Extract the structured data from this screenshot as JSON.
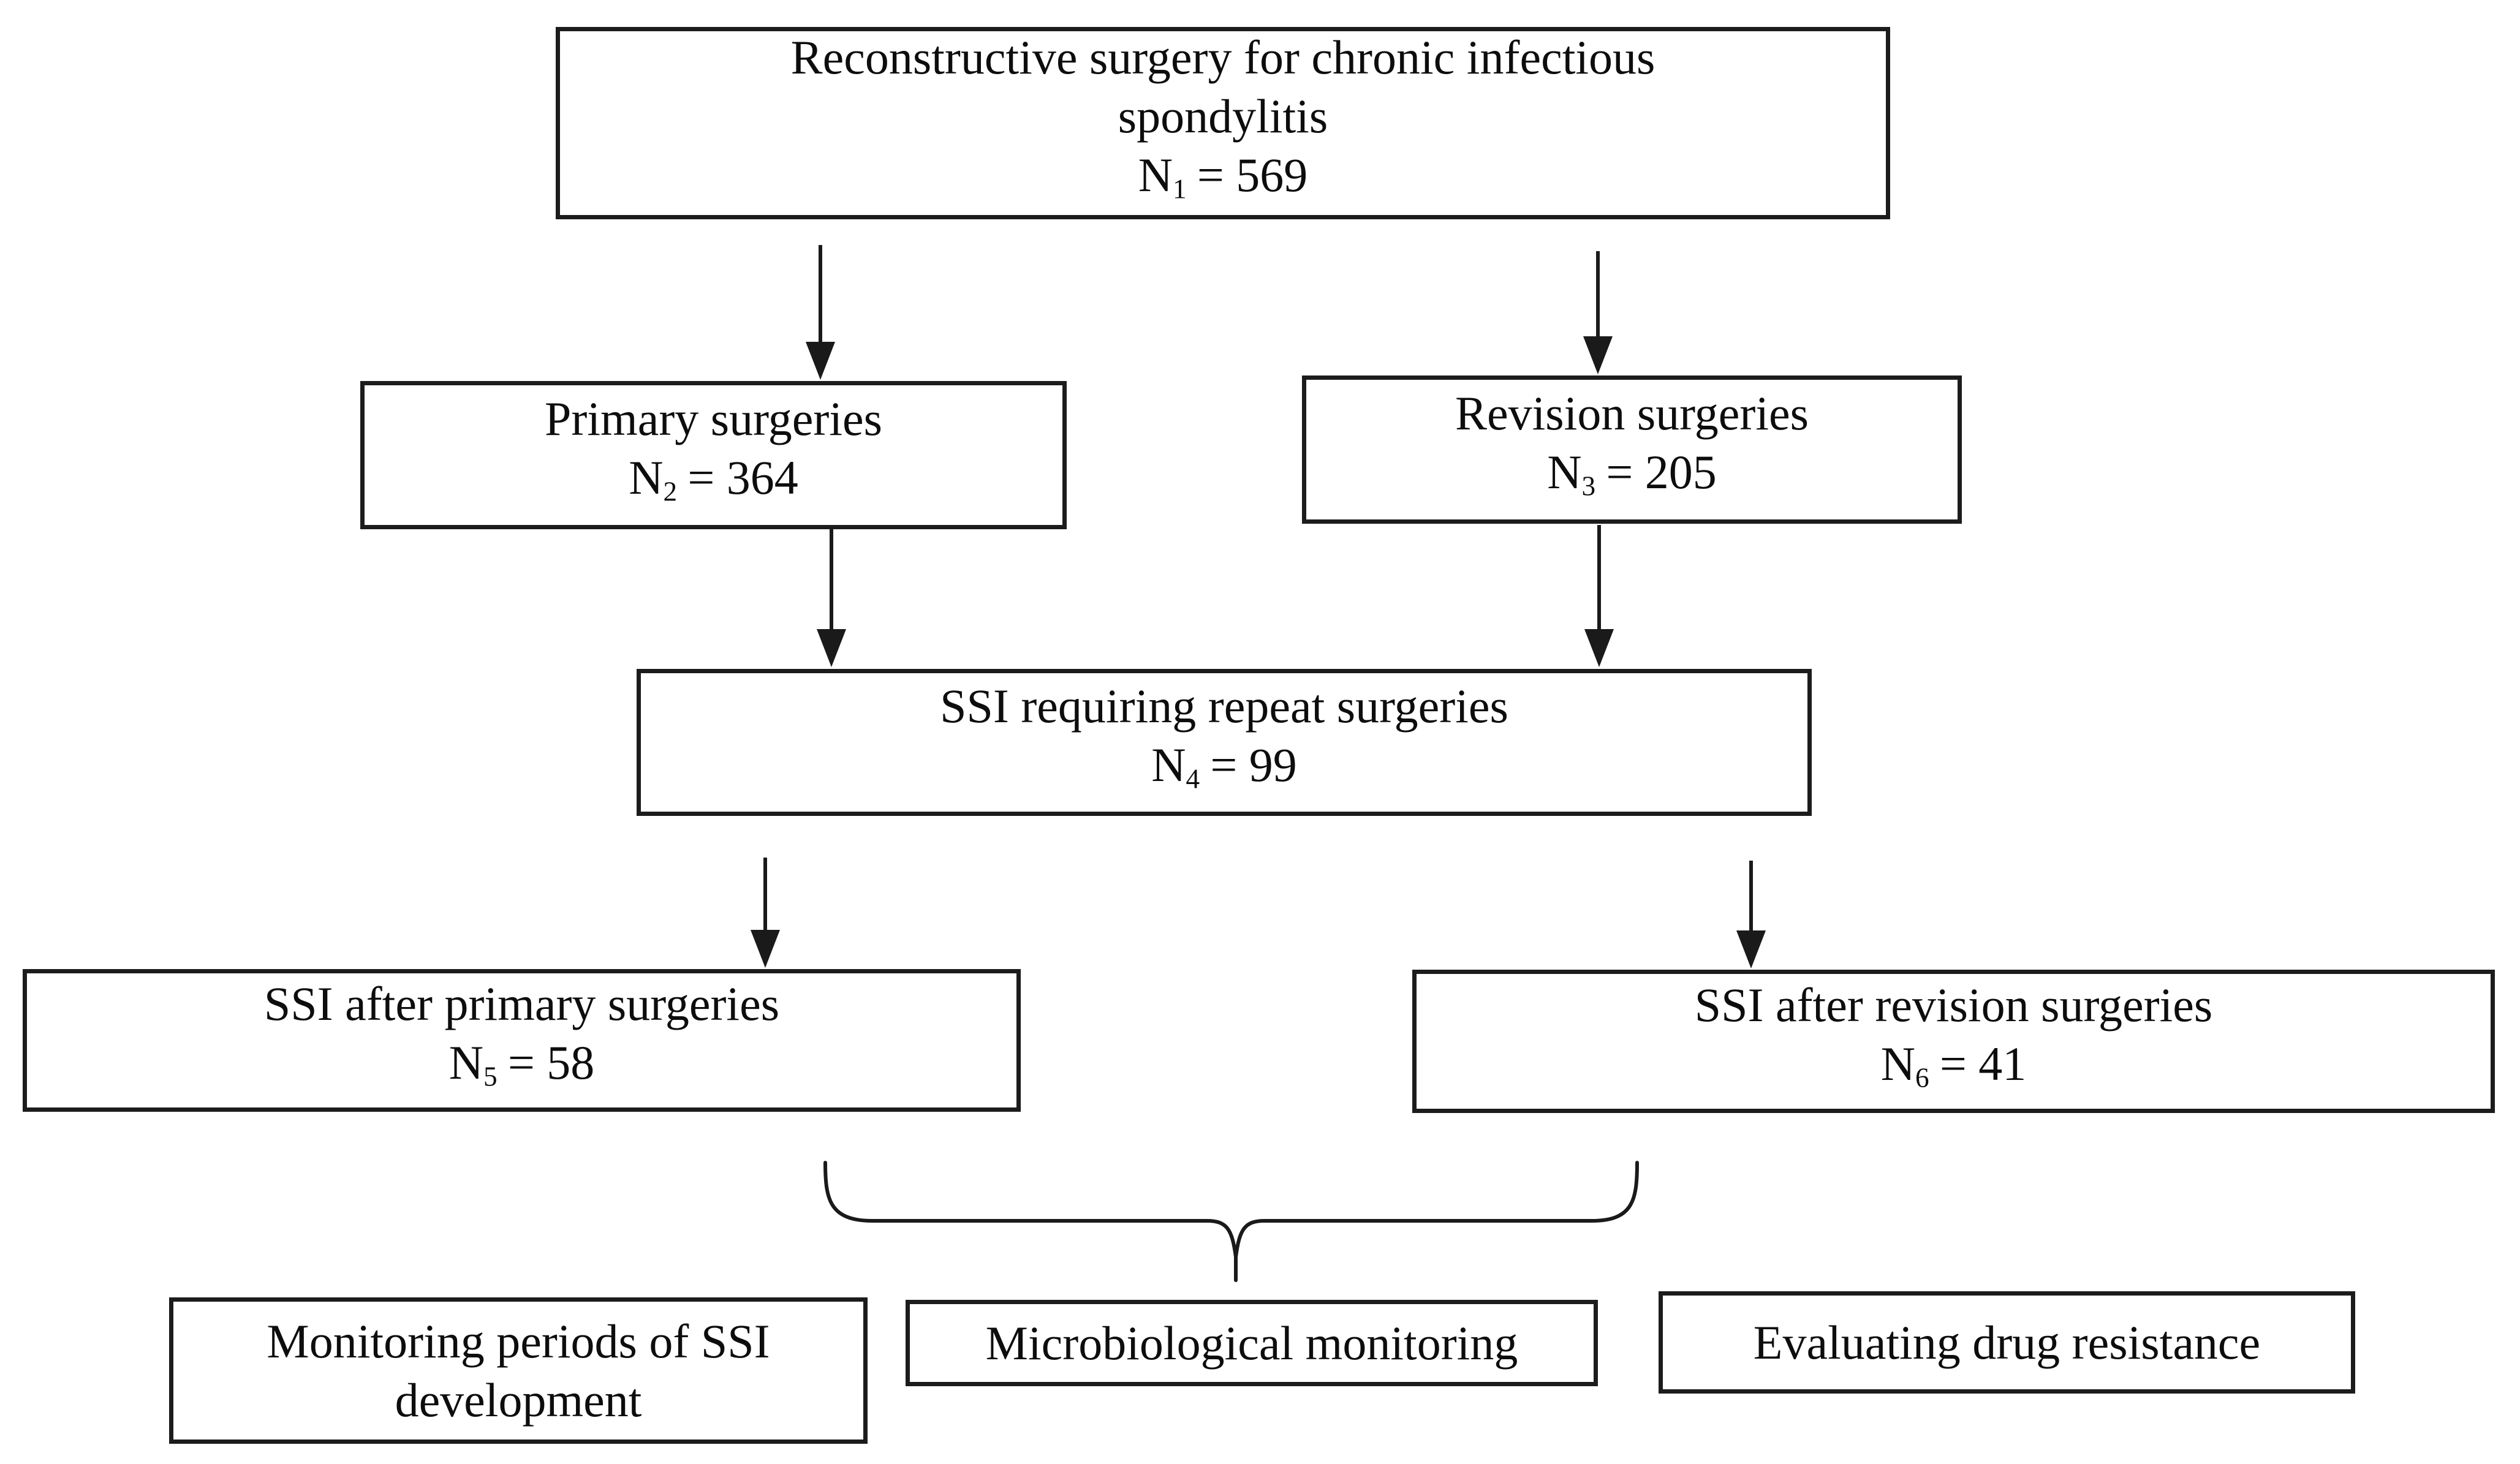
{
  "colors": {
    "background": "#ffffff",
    "box_border": "#1c1c1c",
    "text": "#0d0d0d",
    "connector": "#1a1a1a"
  },
  "boxes": {
    "root": {
      "lines": [
        "Reconstructive surgery for chronic infectious",
        "spondylitis"
      ],
      "n": "N",
      "sub": "1",
      "value": "= 569"
    },
    "primary": {
      "lines": [
        "Primary surgeries"
      ],
      "n": "N",
      "sub": "2",
      "value": "= 364"
    },
    "revision": {
      "lines": [
        "Revision surgeries"
      ],
      "n": "N",
      "sub": "3",
      "value": "= 205"
    },
    "ssi_repeat": {
      "lines": [
        "SSI requiring repeat surgeries"
      ],
      "n": "N",
      "sub": "4",
      "value": "= 99"
    },
    "ssi_primary": {
      "lines": [
        "SSI after primary surgeries"
      ],
      "n": "N",
      "sub": "5",
      "value": "= 58"
    },
    "ssi_revision": {
      "lines": [
        "SSI after revision surgeries"
      ],
      "n": "N",
      "sub": "6",
      "value": "= 41"
    },
    "monitoring_periods": {
      "lines": [
        "Monitoring periods of SSI",
        "development"
      ]
    },
    "microbiological": {
      "lines": [
        "Microbiological monitoring"
      ]
    },
    "drug_resistance": {
      "lines": [
        "Evaluating drug resistance"
      ]
    }
  }
}
